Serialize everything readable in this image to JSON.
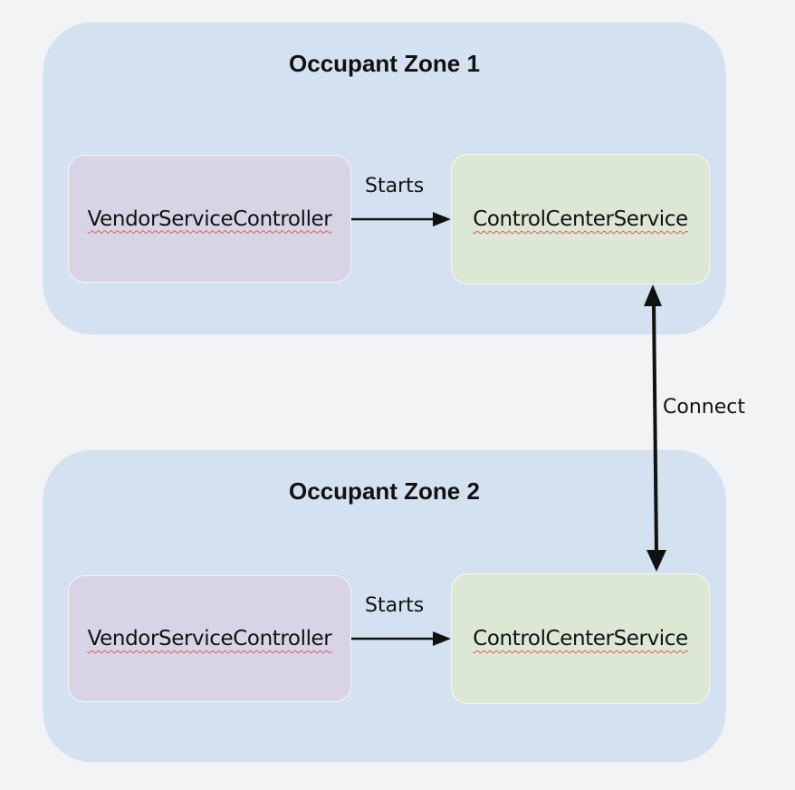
{
  "zones": [
    {
      "title": "Occupant Zone 1",
      "vendor_label": "VendorServiceController",
      "control_label": "ControlCenterService",
      "edge_label": "Starts"
    },
    {
      "title": "Occupant Zone 2",
      "vendor_label": "VendorServiceController",
      "control_label": "ControlCenterService",
      "edge_label": "Starts"
    }
  ],
  "connect_label": "Connect",
  "colors": {
    "background": "#f1f3f5",
    "zone_fill": "#d3e1f0",
    "vendor_fill": "#d8d4e6",
    "control_fill": "#dce7d4",
    "arrow": "#111111"
  }
}
